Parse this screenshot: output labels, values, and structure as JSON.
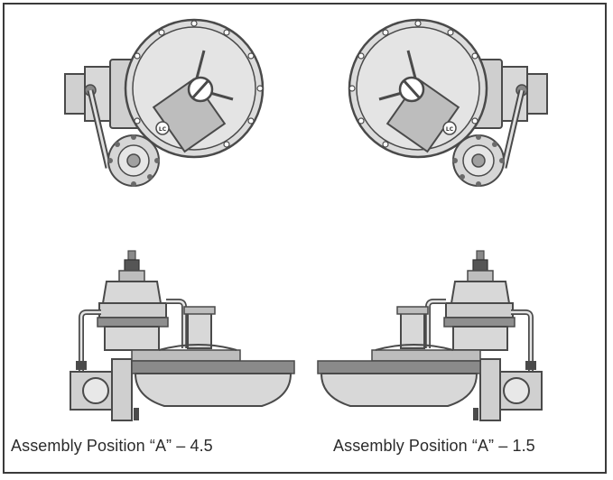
{
  "captions": {
    "left": "Assembly Position “A” – 4.5",
    "right": "Assembly Position “A” – 1.5"
  },
  "badge_text": "LC",
  "colors": {
    "stroke": "#4a4a4a",
    "fill": "#d9d9d9",
    "fill_dark": "#9a9a9a",
    "border": "#3a3a3a"
  }
}
